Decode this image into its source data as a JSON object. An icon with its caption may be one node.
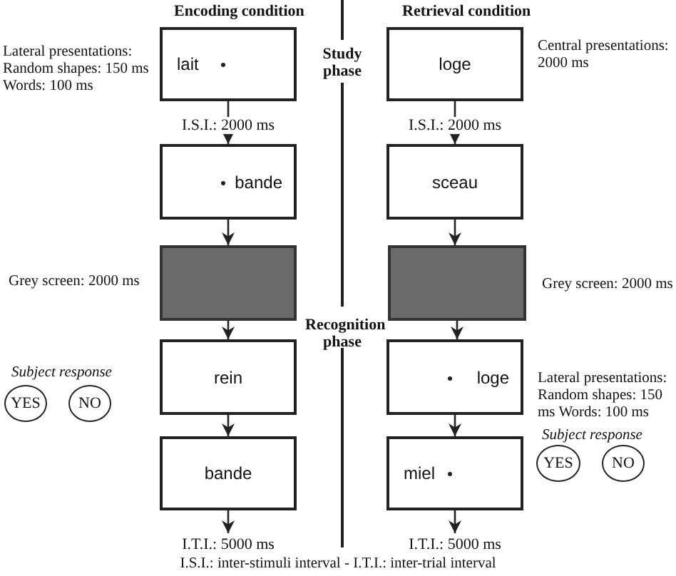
{
  "diagram": {
    "caption": "I.S.I.: inter-stimuli interval - I.T.I.: inter-trial interval",
    "nodes": [
      {
        "text": [
          "lait"
        ],
        "beside": [
          "Lateral presentations: Random shapes: 150 ms Words: 100 ms"
        ]
      },
      {
        "text": [
          "bande"
        ]
      },
      {
        "text": [],
        "shape": "box",
        "beside": [
          "Grey screen: 2000 ms"
        ]
      },
      {
        "text": [
          "rein"
        ]
      },
      {
        "text": [
          "bande"
        ]
      },
      {
        "text": [
          "loge"
        ],
        "beside": [
          "Central presentations: 2000 ms"
        ]
      },
      {
        "text": [
          "sceau"
        ]
      },
      {
        "text": [],
        "shape": "box",
        "beside": [
          "Grey screen: 2000 ms"
        ]
      },
      {
        "text": [
          "loge"
        ],
        "beside": [
          "Lateral presentations: Random shapes: 150 ms Words: 100 ms"
        ]
      },
      {
        "text": [
          "miel"
        ]
      },
      {
        "text": [
          "YES"
        ]
      },
      {
        "text": [
          "NO"
        ]
      },
      {
        "text": [
          "YES"
        ]
      },
      {
        "text": [
          "NO"
        ]
      }
    ],
    "edges": [
      {
        "from": 0,
        "to": 1,
        "arrow": "to",
        "label": "I.S.I.: 2000 ms"
      },
      {
        "from": 1,
        "to": 2,
        "arrow": "to"
      },
      {
        "from": 2,
        "to": 3,
        "arrow": "to"
      },
      {
        "from": 3,
        "to": 4,
        "arrow": "to"
      },
      {
        "from": 4,
        "to": null,
        "arrow": "to",
        "label": "I.T.I.: 5000 ms"
      },
      {
        "from": 5,
        "to": 6,
        "arrow": "to",
        "label": "I.S.I.: 2000 ms"
      },
      {
        "from": 6,
        "to": 7,
        "arrow": "to"
      },
      {
        "from": 7,
        "to": 8,
        "arrow": "to"
      },
      {
        "from": 8,
        "to": 9,
        "arrow": "to"
      },
      {
        "from": 9,
        "to": null,
        "arrow": "to",
        "label": "I.T.I.: 5000 ms"
      }
    ],
    "labels": [
      "Encoding condition",
      "Retrieval condition",
      "Study phase",
      "Recognition phase",
      "Subject response",
      "Subject response"
    ]
  }
}
